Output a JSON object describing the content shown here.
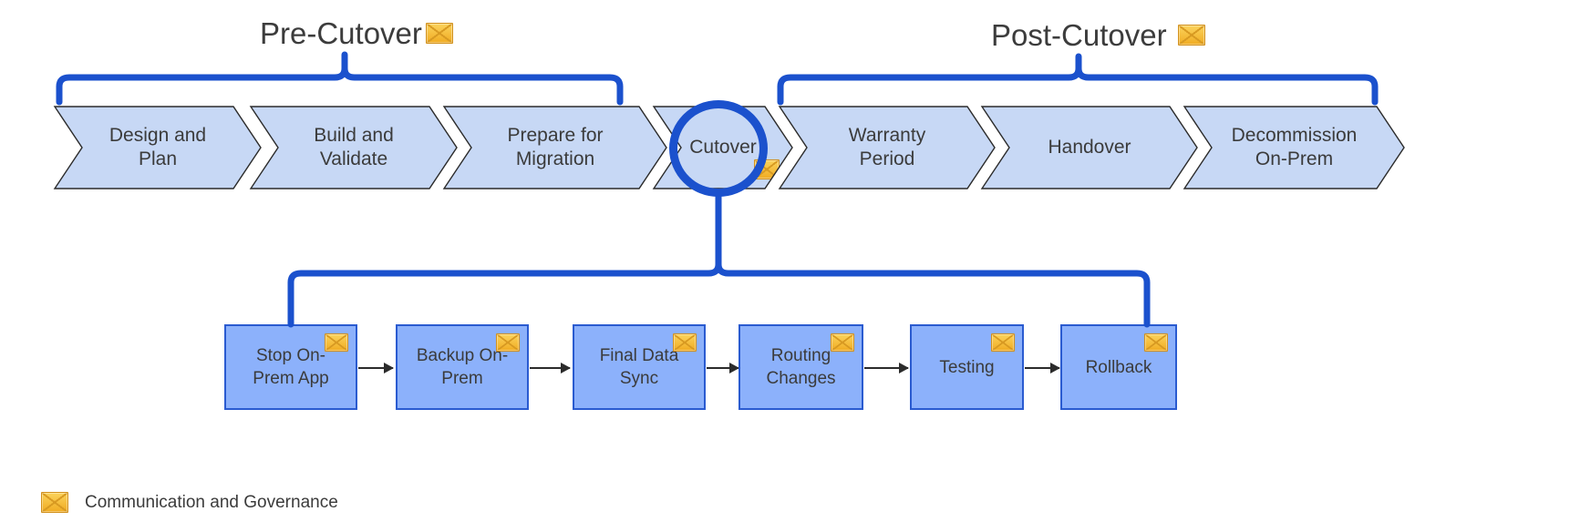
{
  "diagram": {
    "title_icon": "envelope-icon",
    "groups": [
      {
        "id": "pre",
        "label": "Pre-Cutover",
        "icon": "envelope-icon"
      },
      {
        "id": "post",
        "label": "Post-Cutover",
        "icon": "envelope-icon"
      }
    ],
    "phases": [
      {
        "id": "design-and-plan",
        "label": "Design and\nPlan",
        "line1": "Design and",
        "line2": "Plan",
        "group": "pre",
        "icon": null
      },
      {
        "id": "build-and-validate",
        "label": "Build and\nValidate",
        "line1": "Build and",
        "line2": "Validate",
        "group": "pre",
        "icon": null
      },
      {
        "id": "prepare-for-migration",
        "label": "Prepare for\nMigration",
        "line1": "Prepare for",
        "line2": "Migration",
        "group": "pre",
        "icon": null
      },
      {
        "id": "cutover",
        "label": "Cutover",
        "line1": "Cutover",
        "line2": "",
        "group": "mid",
        "icon": "envelope-icon",
        "highlighted": true
      },
      {
        "id": "warranty-period",
        "label": "Warranty\nPeriod",
        "line1": "Warranty",
        "line2": "Period",
        "group": "post",
        "icon": null
      },
      {
        "id": "handover",
        "label": "Handover",
        "line1": "Handover",
        "line2": "",
        "group": "post",
        "icon": null
      },
      {
        "id": "decommission-on-prem",
        "label": "Decommission\nOn-Prem",
        "line1": "Decommission",
        "line2": "On-Prem",
        "group": "post",
        "icon": null
      }
    ],
    "cutover_steps": [
      {
        "id": "stop-on-prem-app",
        "line1": "Stop On-",
        "line2": "Prem App",
        "icon": "envelope-icon"
      },
      {
        "id": "backup-on-prem",
        "line1": "Backup On-",
        "line2": "Prem",
        "icon": "envelope-icon"
      },
      {
        "id": "final-data-sync",
        "line1": "Final Data",
        "line2": "Sync",
        "icon": "envelope-icon"
      },
      {
        "id": "routing-changes",
        "line1": "Routing",
        "line2": "Changes",
        "icon": "envelope-icon"
      },
      {
        "id": "testing",
        "line1": "Testing",
        "line2": "",
        "icon": "envelope-icon"
      },
      {
        "id": "rollback",
        "line1": "Rollback",
        "line2": "",
        "icon": "envelope-icon"
      }
    ],
    "legend": {
      "icon": "envelope-icon",
      "label": "Communication and Governance"
    },
    "colors": {
      "brace_blue": "#1b51cd",
      "chevron_fill": "#c7d8f5",
      "chevron_stroke": "#2b2b2b",
      "box_fill": "#8cb1fb",
      "box_stroke": "#2a5bd0",
      "envelope_fill": "#f5bb33",
      "text": "#3b3b3b",
      "background": "#ffffff"
    }
  }
}
